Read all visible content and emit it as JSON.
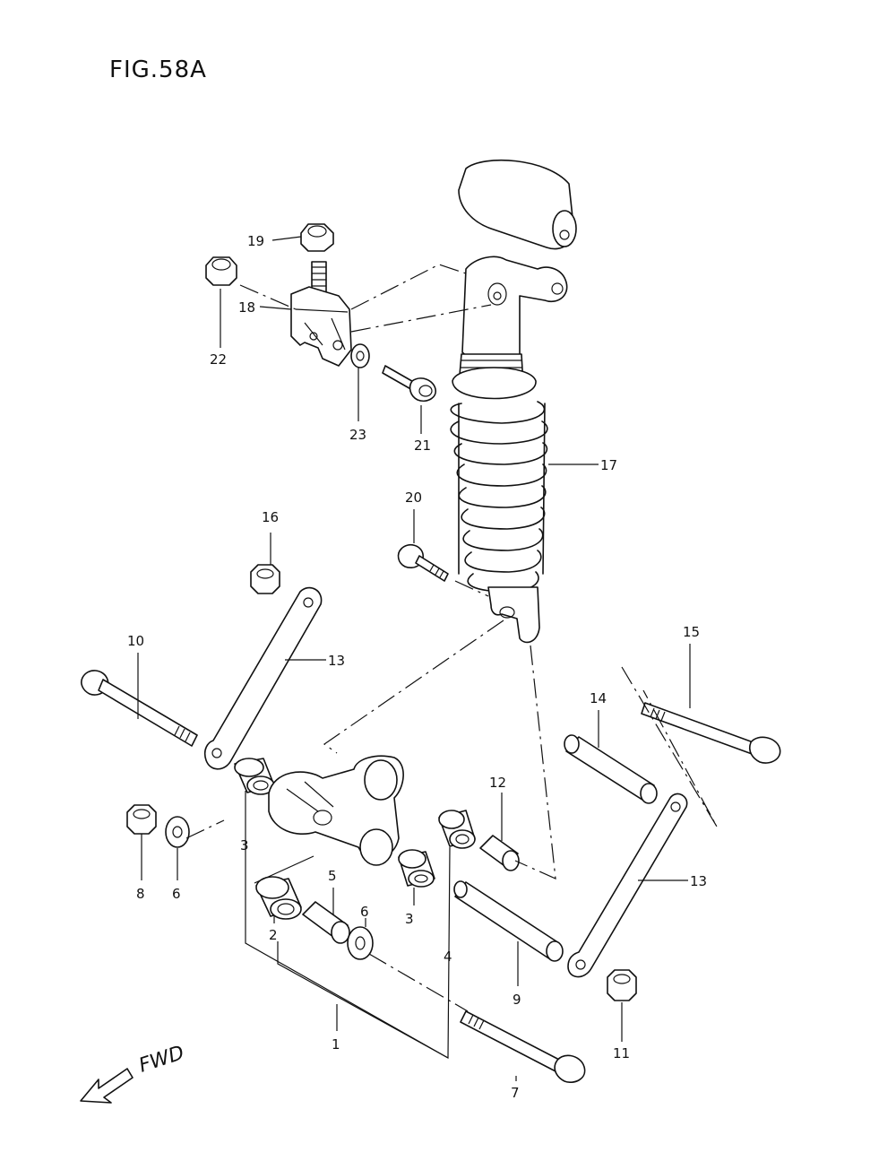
{
  "figure": {
    "title": "FIG.58A"
  },
  "direction": {
    "label": "FWD"
  },
  "callouts": [
    {
      "id": "c1",
      "text": "1"
    },
    {
      "id": "c2",
      "text": "2"
    },
    {
      "id": "c3a",
      "text": "3"
    },
    {
      "id": "c3b",
      "text": "3"
    },
    {
      "id": "c4",
      "text": "4"
    },
    {
      "id": "c5",
      "text": "5"
    },
    {
      "id": "c6a",
      "text": "6"
    },
    {
      "id": "c6b",
      "text": "6"
    },
    {
      "id": "c7",
      "text": "7"
    },
    {
      "id": "c8",
      "text": "8"
    },
    {
      "id": "c9",
      "text": "9"
    },
    {
      "id": "c10",
      "text": "10"
    },
    {
      "id": "c11",
      "text": "11"
    },
    {
      "id": "c12",
      "text": "12"
    },
    {
      "id": "c13a",
      "text": "13"
    },
    {
      "id": "c13b",
      "text": "13"
    },
    {
      "id": "c14",
      "text": "14"
    },
    {
      "id": "c15",
      "text": "15"
    },
    {
      "id": "c16",
      "text": "16"
    },
    {
      "id": "c17",
      "text": "17"
    },
    {
      "id": "c18",
      "text": "18"
    },
    {
      "id": "c19",
      "text": "19"
    },
    {
      "id": "c20",
      "text": "20"
    },
    {
      "id": "c21",
      "text": "21"
    },
    {
      "id": "c22",
      "text": "22"
    },
    {
      "id": "c23",
      "text": "23"
    }
  ]
}
